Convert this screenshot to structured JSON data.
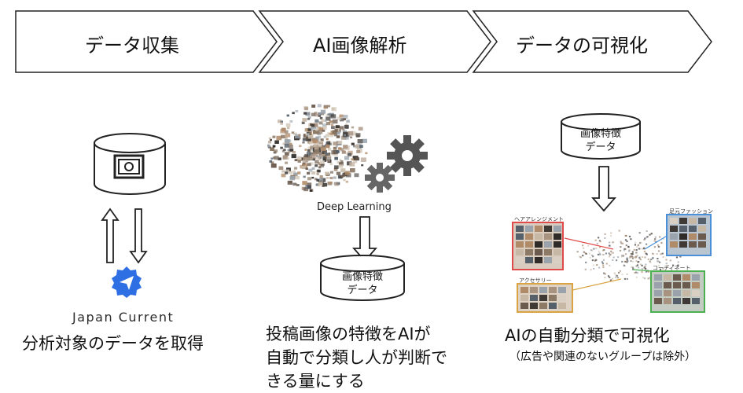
{
  "steps": [
    {
      "label": "データ収集"
    },
    {
      "label": "AI画像解析"
    },
    {
      "label": "データの可視化"
    }
  ],
  "col1": {
    "brand": "Japan Current",
    "caption": "分析対象のデータを取得",
    "brand_color": "#2f6fe4"
  },
  "col2": {
    "deep_learning": "Deep Learning",
    "cylinder_line1": "画像特徴",
    "cylinder_line2": "データ",
    "caption_line1": "投稿画像の特徴をAIが",
    "caption_line2": "自動で分類し人が判断で",
    "caption_line3": "きる量にする"
  },
  "col3": {
    "cylinder_line1": "画像特徴",
    "cylinder_line2": "データ",
    "cluster_labels": [
      "ヘアアレンジメント",
      "足元ファッション",
      "アクセサリー",
      "コーディネート"
    ],
    "cluster_colors": [
      "#e04a4a",
      "#4a90d9",
      "#d9a441",
      "#4caf50"
    ],
    "caption": "AIの自動分類で可視化",
    "caption_sub": "（広告や関連のないグループは除外）"
  }
}
